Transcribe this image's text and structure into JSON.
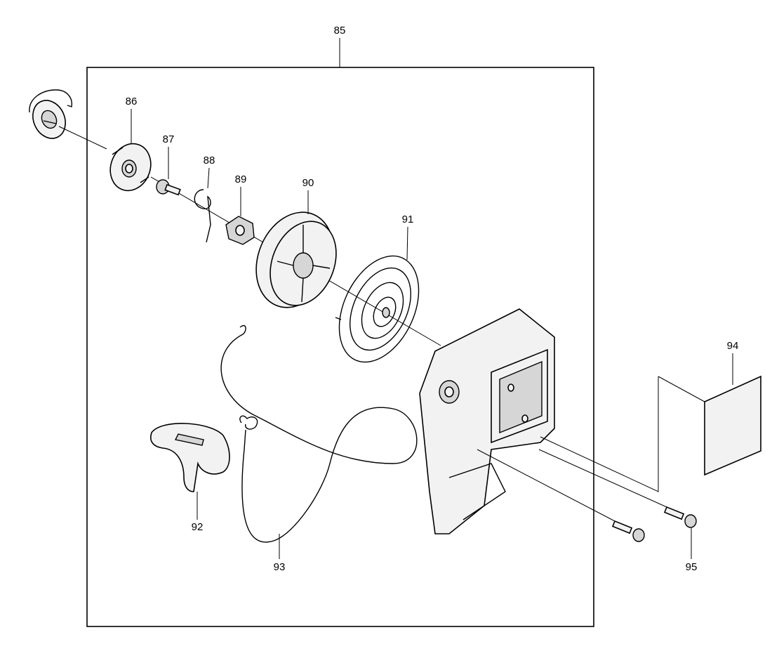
{
  "diagram": {
    "assembly_label": "85",
    "parts": [
      {
        "id": "86",
        "label": "86"
      },
      {
        "id": "87",
        "label": "87"
      },
      {
        "id": "88",
        "label": "88"
      },
      {
        "id": "89",
        "label": "89"
      },
      {
        "id": "90",
        "label": "90"
      },
      {
        "id": "91",
        "label": "91"
      },
      {
        "id": "92",
        "label": "92"
      },
      {
        "id": "93",
        "label": "93"
      },
      {
        "id": "94",
        "label": "94"
      },
      {
        "id": "95",
        "label": "95"
      }
    ]
  }
}
